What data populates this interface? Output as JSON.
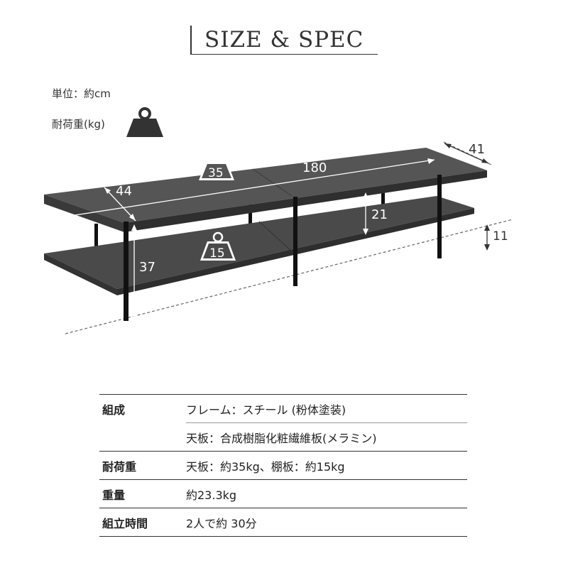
{
  "title": "SIZE & SPEC",
  "unit_label": "単位：約cm",
  "capacity_label": "耐荷重(kg)",
  "diagram": {
    "width": "180",
    "depth": "41",
    "depth_shelf": "44",
    "height": "37",
    "shelf_gap": "21",
    "floor_clearance": "11",
    "top_load": "35",
    "shelf_load": "15"
  },
  "specs": [
    {
      "key": "組成",
      "values": [
        "フレーム：スチール (粉体塗装)",
        "天板：合成樹脂化粧繊維板(メラミン)"
      ]
    },
    {
      "key": "耐荷重",
      "values": [
        "天板：約35kg、棚板：約15kg"
      ]
    },
    {
      "key": "重量",
      "values": [
        "約23.3kg"
      ]
    },
    {
      "key": "組立時間",
      "values": [
        "2人で約 30分"
      ]
    }
  ]
}
